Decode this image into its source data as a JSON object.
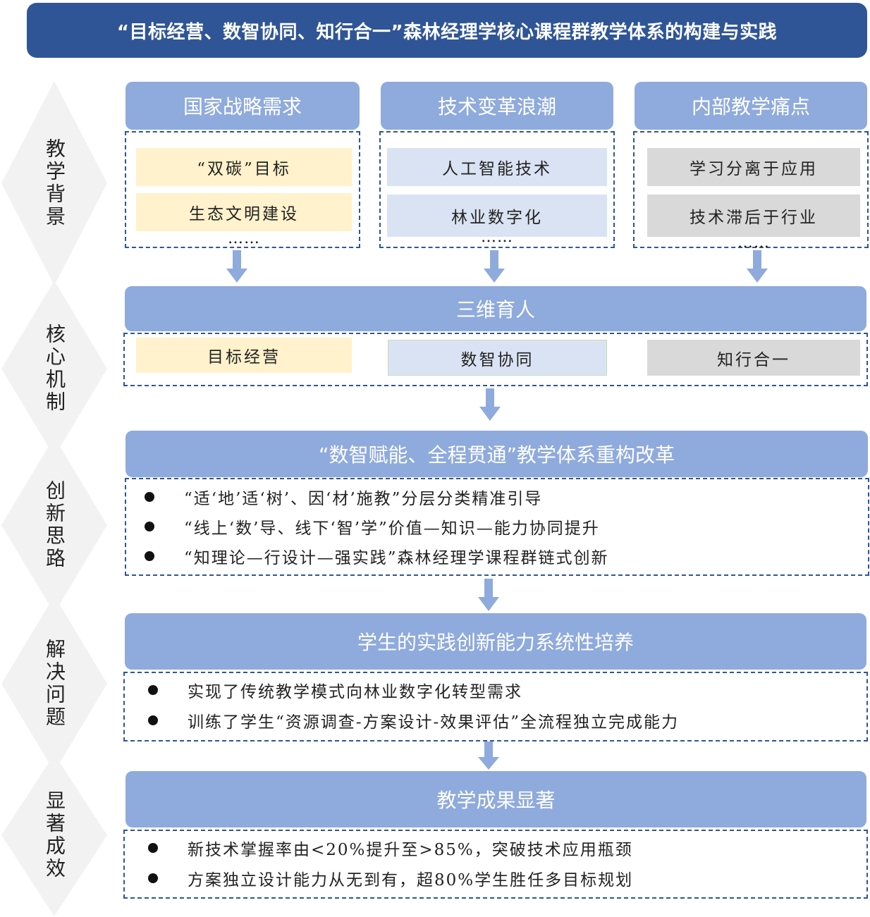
{
  "title": "“目标经营、数智协同、知行合一”森林经理学核心课程群教学体系的构建与实践",
  "stages": [
    "教学背景",
    "核心机制",
    "创新思路",
    "解决问题",
    "显著成效"
  ],
  "background": {
    "columns": [
      {
        "header": "国家战略需求",
        "items": [
          "“双碳”目标",
          "生态文明建设"
        ],
        "more": "……",
        "color": "#fff2cc"
      },
      {
        "header": "技术变革浪潮",
        "items": [
          "人工智能技术",
          "林业数字化"
        ],
        "more": "……",
        "color": "#dae3f3"
      },
      {
        "header": "内部教学痛点",
        "items": [
          "学习分离于应用",
          "技术滞后于行业"
        ],
        "more": "……",
        "color": "#d9d9d9"
      }
    ]
  },
  "mechanism": {
    "header": "三维育人",
    "items": [
      "目标经营",
      "数智协同",
      "知行合一"
    ]
  },
  "innovation": {
    "header": "“数智赋能、全程贯通”教学体系重构改革",
    "bullets": [
      "“适‘地’适‘树’、因‘材’施教”分层分类精准引导",
      "“线上‘数’导、线下‘智’学”价值—知识—能力协同提升",
      "“知理论—行设计—强实践”森林经理学课程群链式创新"
    ]
  },
  "solution": {
    "header": "学生的实践创新能力系统性培养",
    "bullets": [
      "实现了传统教学模式向林业数字化转型需求",
      "训练了学生“资源调查-方案设计-效果评估”全流程独立完成能力"
    ]
  },
  "results": {
    "header": "教学成果显著",
    "bullets": [
      "新技术掌握率由<20%提升至>85%，突破技术应用瓶颈",
      "方案独立设计能力从无到有，超80%学生胜任多目标规划"
    ]
  },
  "colors": {
    "title_bg": "#2f5597",
    "header_bg": "#8faadc",
    "arrow": "#8faadc",
    "diamond": "#f2f2f2",
    "dashed_border": "#2f5597"
  }
}
